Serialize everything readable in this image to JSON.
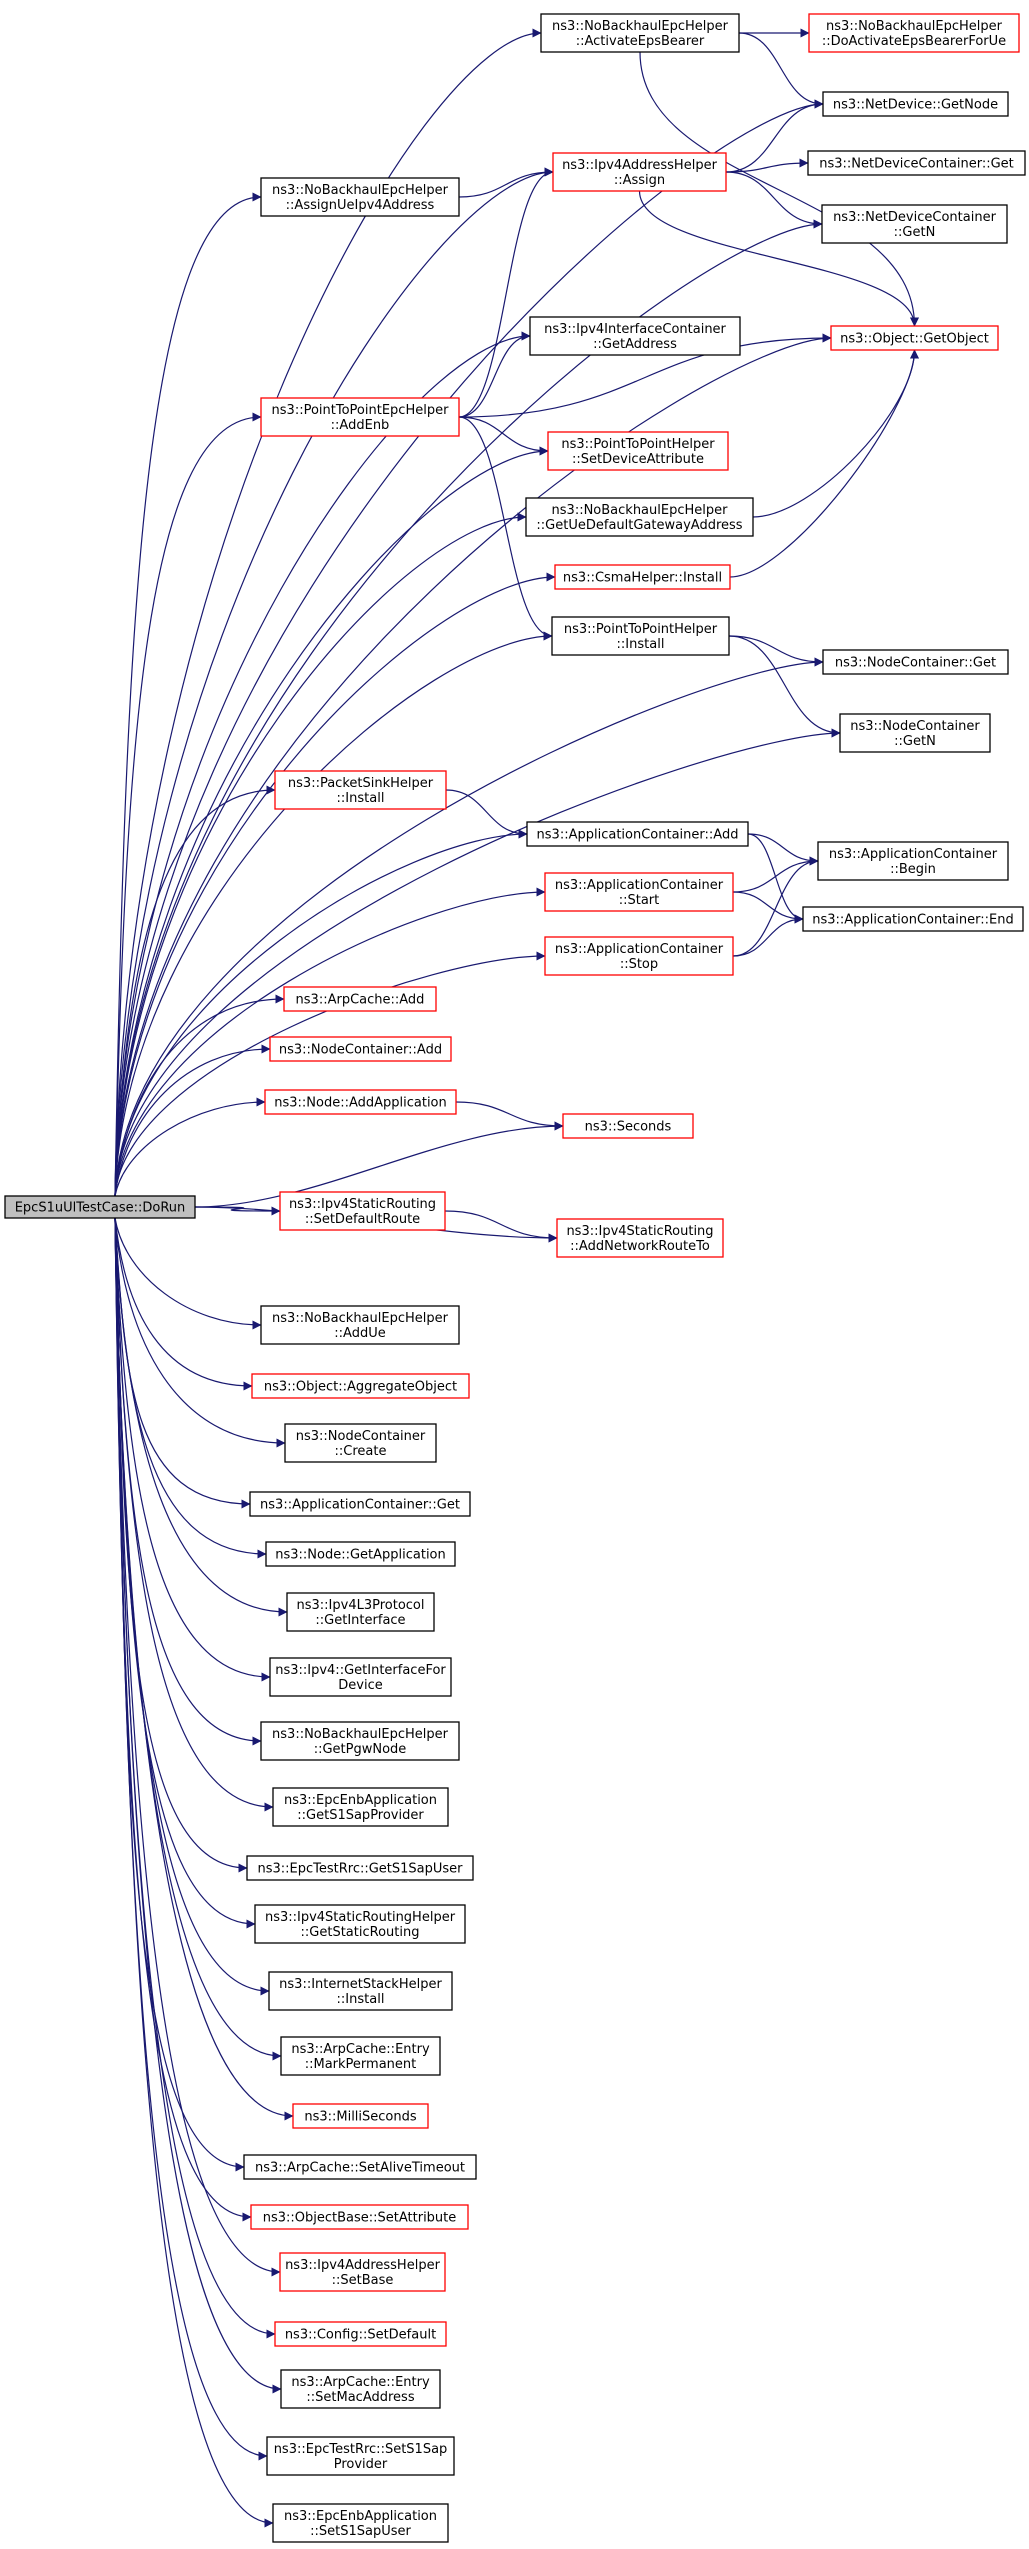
{
  "diagram": {
    "root": "n0",
    "colors": {
      "edge": "#191970",
      "truncated_border": "#ff0000",
      "normal_border": "#000000",
      "root_fill": "#bfbfbf"
    },
    "nodes": [
      {
        "id": "n0",
        "lines": [
          "EpcS1uUlTestCase::DoRun"
        ],
        "style": "root"
      },
      {
        "id": "n1",
        "lines": [
          "ns3::NoBackhaulEpcHelper",
          "::ActivateEpsBearer"
        ],
        "style": "normal"
      },
      {
        "id": "n2",
        "lines": [
          "ns3::NoBackhaulEpcHelper",
          "::DoActivateEpsBearerForUe"
        ],
        "style": "truncated"
      },
      {
        "id": "n3",
        "lines": [
          "ns3::NetDevice::GetNode"
        ],
        "style": "normal"
      },
      {
        "id": "n4",
        "lines": [
          "ns3::Ipv4AddressHelper",
          "::Assign"
        ],
        "style": "truncated"
      },
      {
        "id": "n5",
        "lines": [
          "ns3::NetDeviceContainer::Get"
        ],
        "style": "normal"
      },
      {
        "id": "n6",
        "lines": [
          "ns3::NoBackhaulEpcHelper",
          "::AssignUeIpv4Address"
        ],
        "style": "normal"
      },
      {
        "id": "n7",
        "lines": [
          "ns3::NetDeviceContainer",
          "::GetN"
        ],
        "style": "normal"
      },
      {
        "id": "n8",
        "lines": [
          "ns3::Object::GetObject"
        ],
        "style": "truncated"
      },
      {
        "id": "n9",
        "lines": [
          "ns3::Ipv4InterfaceContainer",
          "::GetAddress"
        ],
        "style": "normal"
      },
      {
        "id": "n10",
        "lines": [
          "ns3::PointToPointEpcHelper",
          "::AddEnb"
        ],
        "style": "truncated"
      },
      {
        "id": "n11",
        "lines": [
          "ns3::PointToPointHelper",
          "::SetDeviceAttribute"
        ],
        "style": "truncated"
      },
      {
        "id": "n12",
        "lines": [
          "ns3::NoBackhaulEpcHelper",
          "::GetUeDefaultGatewayAddress"
        ],
        "style": "normal"
      },
      {
        "id": "n13",
        "lines": [
          "ns3::CsmaHelper::Install"
        ],
        "style": "truncated"
      },
      {
        "id": "n14",
        "lines": [
          "ns3::PointToPointHelper",
          "::Install"
        ],
        "style": "normal"
      },
      {
        "id": "n15",
        "lines": [
          "ns3::NodeContainer::Get"
        ],
        "style": "normal"
      },
      {
        "id": "n16",
        "lines": [
          "ns3::NodeContainer",
          "::GetN"
        ],
        "style": "normal"
      },
      {
        "id": "n17",
        "lines": [
          "ns3::PacketSinkHelper",
          "::Install"
        ],
        "style": "truncated"
      },
      {
        "id": "n18",
        "lines": [
          "ns3::ApplicationContainer::Add"
        ],
        "style": "normal"
      },
      {
        "id": "n19",
        "lines": [
          "ns3::ApplicationContainer",
          "::Begin"
        ],
        "style": "normal"
      },
      {
        "id": "n20",
        "lines": [
          "ns3::ApplicationContainer",
          "::Start"
        ],
        "style": "truncated"
      },
      {
        "id": "n21",
        "lines": [
          "ns3::ApplicationContainer::End"
        ],
        "style": "normal"
      },
      {
        "id": "n22",
        "lines": [
          "ns3::ApplicationContainer",
          "::Stop"
        ],
        "style": "truncated"
      },
      {
        "id": "n23",
        "lines": [
          "ns3::ArpCache::Add"
        ],
        "style": "truncated"
      },
      {
        "id": "n24",
        "lines": [
          "ns3::NodeContainer::Add"
        ],
        "style": "truncated"
      },
      {
        "id": "n25",
        "lines": [
          "ns3::Node::AddApplication"
        ],
        "style": "truncated"
      },
      {
        "id": "n26",
        "lines": [
          "ns3::Seconds"
        ],
        "style": "truncated"
      },
      {
        "id": "n27",
        "lines": [
          "ns3::Ipv4StaticRouting",
          "::SetDefaultRoute"
        ],
        "style": "truncated"
      },
      {
        "id": "n28",
        "lines": [
          "ns3::Ipv4StaticRouting",
          "::AddNetworkRouteTo"
        ],
        "style": "truncated"
      },
      {
        "id": "n29",
        "lines": [
          "ns3::NoBackhaulEpcHelper",
          "::AddUe"
        ],
        "style": "normal"
      },
      {
        "id": "n30",
        "lines": [
          "ns3::Object::AggregateObject"
        ],
        "style": "truncated"
      },
      {
        "id": "n31",
        "lines": [
          "ns3::NodeContainer",
          "::Create"
        ],
        "style": "normal"
      },
      {
        "id": "n32",
        "lines": [
          "ns3::ApplicationContainer::Get"
        ],
        "style": "normal"
      },
      {
        "id": "n33",
        "lines": [
          "ns3::Node::GetApplication"
        ],
        "style": "normal"
      },
      {
        "id": "n34",
        "lines": [
          "ns3::Ipv4L3Protocol",
          "::GetInterface"
        ],
        "style": "normal"
      },
      {
        "id": "n35",
        "lines": [
          "ns3::Ipv4::GetInterfaceFor",
          "Device"
        ],
        "style": "normal"
      },
      {
        "id": "n36",
        "lines": [
          "ns3::NoBackhaulEpcHelper",
          "::GetPgwNode"
        ],
        "style": "normal"
      },
      {
        "id": "n37",
        "lines": [
          "ns3::EpcEnbApplication",
          "::GetS1SapProvider"
        ],
        "style": "normal"
      },
      {
        "id": "n38",
        "lines": [
          "ns3::EpcTestRrc::GetS1SapUser"
        ],
        "style": "normal"
      },
      {
        "id": "n39",
        "lines": [
          "ns3::Ipv4StaticRoutingHelper",
          "::GetStaticRouting"
        ],
        "style": "normal"
      },
      {
        "id": "n40",
        "lines": [
          "ns3::InternetStackHelper",
          "::Install"
        ],
        "style": "normal"
      },
      {
        "id": "n41",
        "lines": [
          "ns3::ArpCache::Entry",
          "::MarkPermanent"
        ],
        "style": "normal"
      },
      {
        "id": "n42",
        "lines": [
          "ns3::MilliSeconds"
        ],
        "style": "truncated"
      },
      {
        "id": "n43",
        "lines": [
          "ns3::ArpCache::SetAliveTimeout"
        ],
        "style": "normal"
      },
      {
        "id": "n44",
        "lines": [
          "ns3::ObjectBase::SetAttribute"
        ],
        "style": "truncated"
      },
      {
        "id": "n45",
        "lines": [
          "ns3::Ipv4AddressHelper",
          "::SetBase"
        ],
        "style": "truncated"
      },
      {
        "id": "n46",
        "lines": [
          "ns3::Config::SetDefault"
        ],
        "style": "truncated"
      },
      {
        "id": "n47",
        "lines": [
          "ns3::ArpCache::Entry",
          "::SetMacAddress"
        ],
        "style": "normal"
      },
      {
        "id": "n48",
        "lines": [
          "ns3::EpcTestRrc::SetS1Sap",
          "Provider"
        ],
        "style": "normal"
      },
      {
        "id": "n49",
        "lines": [
          "ns3::EpcEnbApplication",
          "::SetS1SapUser"
        ],
        "style": "normal"
      }
    ],
    "edges": [
      [
        "n0",
        "n1"
      ],
      [
        "n0",
        "n3"
      ],
      [
        "n0",
        "n4"
      ],
      [
        "n0",
        "n6"
      ],
      [
        "n0",
        "n7"
      ],
      [
        "n0",
        "n8"
      ],
      [
        "n0",
        "n9"
      ],
      [
        "n0",
        "n10"
      ],
      [
        "n0",
        "n11"
      ],
      [
        "n0",
        "n12"
      ],
      [
        "n0",
        "n13"
      ],
      [
        "n0",
        "n14"
      ],
      [
        "n0",
        "n15"
      ],
      [
        "n0",
        "n16"
      ],
      [
        "n0",
        "n17"
      ],
      [
        "n0",
        "n18"
      ],
      [
        "n0",
        "n20"
      ],
      [
        "n0",
        "n22"
      ],
      [
        "n0",
        "n23"
      ],
      [
        "n0",
        "n24"
      ],
      [
        "n0",
        "n25"
      ],
      [
        "n0",
        "n26"
      ],
      [
        "n0",
        "n27"
      ],
      [
        "n0",
        "n28"
      ],
      [
        "n0",
        "n29"
      ],
      [
        "n0",
        "n30"
      ],
      [
        "n0",
        "n31"
      ],
      [
        "n0",
        "n32"
      ],
      [
        "n0",
        "n33"
      ],
      [
        "n0",
        "n34"
      ],
      [
        "n0",
        "n35"
      ],
      [
        "n0",
        "n36"
      ],
      [
        "n0",
        "n37"
      ],
      [
        "n0",
        "n38"
      ],
      [
        "n0",
        "n39"
      ],
      [
        "n0",
        "n40"
      ],
      [
        "n0",
        "n41"
      ],
      [
        "n0",
        "n42"
      ],
      [
        "n0",
        "n43"
      ],
      [
        "n0",
        "n44"
      ],
      [
        "n0",
        "n45"
      ],
      [
        "n0",
        "n46"
      ],
      [
        "n0",
        "n47"
      ],
      [
        "n0",
        "n48"
      ],
      [
        "n0",
        "n49"
      ],
      [
        "n1",
        "n2"
      ],
      [
        "n1",
        "n3"
      ],
      [
        "n1",
        "n8"
      ],
      [
        "n4",
        "n3"
      ],
      [
        "n4",
        "n5"
      ],
      [
        "n4",
        "n7"
      ],
      [
        "n4",
        "n8"
      ],
      [
        "n6",
        "n4"
      ],
      [
        "n10",
        "n4"
      ],
      [
        "n10",
        "n9"
      ],
      [
        "n10",
        "n8"
      ],
      [
        "n10",
        "n11"
      ],
      [
        "n10",
        "n14"
      ],
      [
        "n12",
        "n8"
      ],
      [
        "n13",
        "n8"
      ],
      [
        "n14",
        "n15"
      ],
      [
        "n14",
        "n16"
      ],
      [
        "n17",
        "n18"
      ],
      [
        "n18",
        "n19"
      ],
      [
        "n18",
        "n21"
      ],
      [
        "n20",
        "n19"
      ],
      [
        "n20",
        "n21"
      ],
      [
        "n22",
        "n19"
      ],
      [
        "n22",
        "n21"
      ],
      [
        "n25",
        "n26"
      ],
      [
        "n27",
        "n28"
      ]
    ]
  }
}
